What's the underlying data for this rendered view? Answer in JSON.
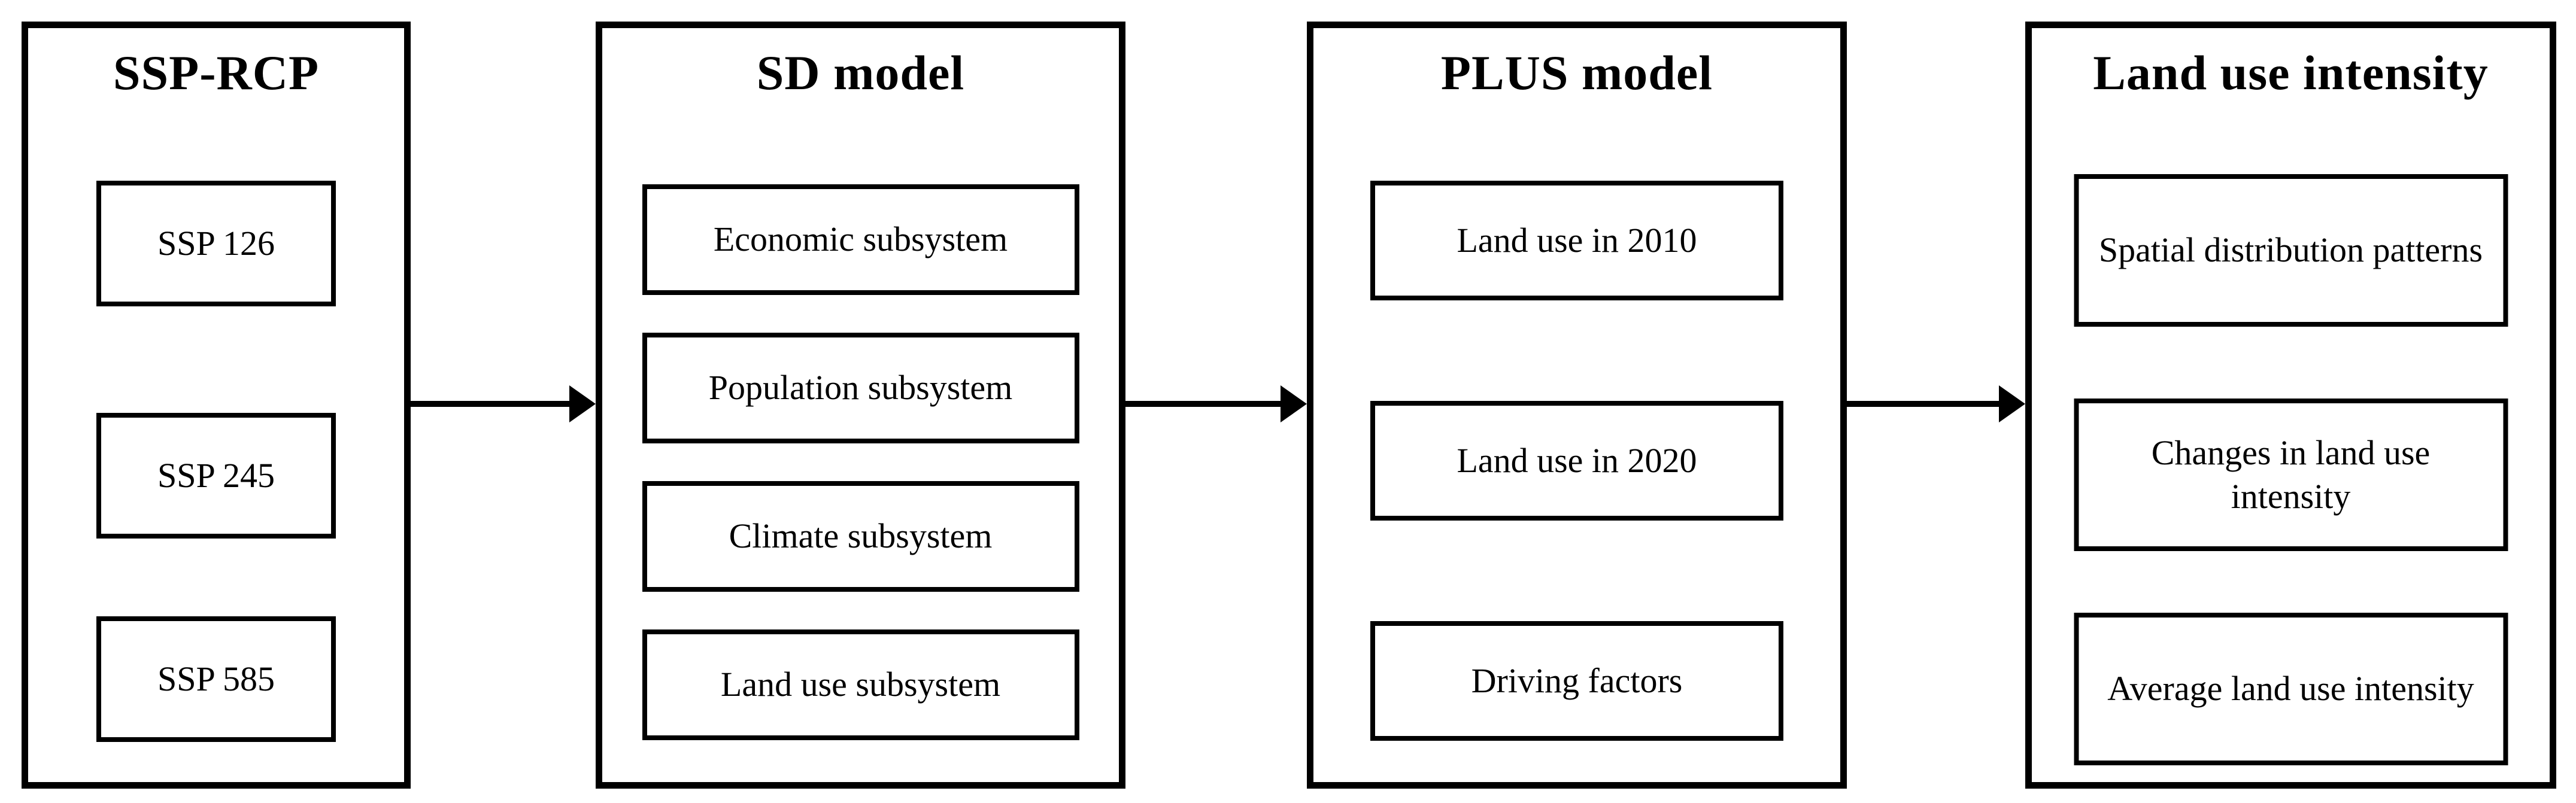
{
  "diagram": {
    "type": "flowchart",
    "flow_direction": "left-to-right",
    "colors": {
      "background": "#ffffff",
      "border": "#000000",
      "text": "#000000"
    },
    "panels": [
      {
        "title": "SSP-RCP",
        "items": [
          "SSP 126",
          "SSP 245",
          "SSP 585"
        ]
      },
      {
        "title": "SD model",
        "items": [
          "Economic subsystem",
          "Population subsystem",
          "Climate subsystem",
          "Land use subsystem"
        ]
      },
      {
        "title": "PLUS model",
        "items": [
          "Land use in 2010",
          "Land use in 2020",
          "Driving factors"
        ]
      },
      {
        "title": "Land use intensity",
        "items": [
          "Spatial distribution patterns",
          "Changes in land use intensity",
          "Average land use intensity"
        ]
      }
    ],
    "arrows": [
      {
        "from": "SSP-RCP",
        "to": "SD model"
      },
      {
        "from": "SD model",
        "to": "PLUS model"
      },
      {
        "from": "PLUS model",
        "to": "Land use intensity"
      }
    ]
  }
}
